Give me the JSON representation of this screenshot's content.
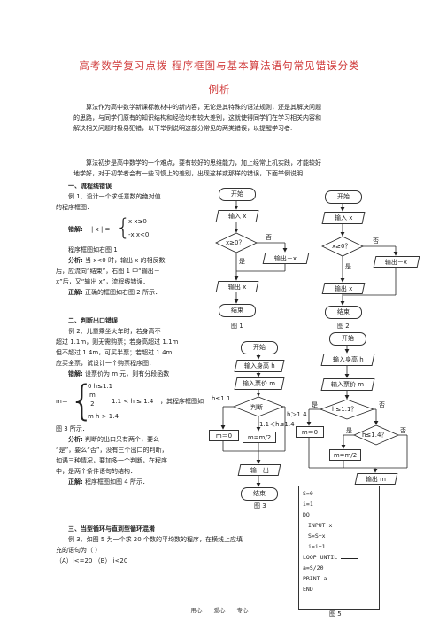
{
  "title": {
    "line1": "高考数学复习点拨 程序框图与基本算法语句常见错误分类",
    "line2": "例析"
  },
  "intro": [
    "算法作为高中数学新课标教材中的新内容，无论是其特殊的语法规则，还是其解决问题",
    "的思路，与同学们原有的知识结构和经验均有较大差别，这就使得同学们在学习相关内容和",
    "解决相关问题时极易犯错，以下举例说明这部分常见的两类错误，以提醒学习者."
  ],
  "para2": [
    "算法初步是高中数学的一个难点，要有较好的思维能力，加上经常上机实践，才能较好",
    "地学好，对于初学者会有一些习惯上的差别，出现这样或那样的错误，下面举例说明．"
  ],
  "sec1": {
    "heading": "一、流程线错误",
    "lines": [
      "例 1、设计一个求任意数的绝对值",
      "的程序框图．"
    ],
    "wrong_label": "错解:",
    "formula_lhs": "| x | =",
    "case1": "x        x≥0",
    "case2": "-x       x<0",
    "after": [
      "程序框图如右图 1"
    ],
    "analysis_label": "分析:",
    "analysis": [
      " 当 x<0 时，输出 x 的相反数",
      "后，应流向“结束”，右图 1 中“输出－",
      "x”后，又“输出 x”，流程线错误．"
    ],
    "correct_label": "正解:",
    "correct": " 正确的框图如右图 2 所示．"
  },
  "sec2": {
    "heading": "二、判断出口错误",
    "lines": [
      "例 2、儿童乘坐火车时，若身高不",
      "超过 1.1m，则无需购票；若身高超过 1.1m",
      "但不超过 1.4m，可买半票；若超过 1.4m",
      "应买全票，试设计一个购票程序图．"
    ],
    "wrong_label": "错解:",
    "wrong_text": " 设票价为 m 元，则有分段函数",
    "m_eq": "m＝",
    "pc1": "0          h≤1.1",
    "pc2_num": "m",
    "pc2_den": "2",
    "pc2_cond": "1.1 < h ≤ 1.4",
    "pc3": "m          h > 1.4",
    "after_formula": "，其程序框图如",
    "after2": "图 3 所示．",
    "analysis_label": "分析:",
    "analysis": [
      " 判断的出口只有两个，要么",
      "“是”，要么“否”，没有三个出口的判断，",
      "如遇三种情况，要加多一个判断，在程序",
      "中，是两个条件语句的结构．"
    ],
    "correct_label": "正解:",
    "correct": " 程序框图如图 4 所示．"
  },
  "sec3": {
    "heading": "三、当型循环与直到型循环混淆",
    "lines": [
      "例 3、如图 5 为一个求 20 个数的平均数的程序，在横线上应填",
      "充的语句为（     ）"
    ],
    "options": "（A）i<=20       （B）  i<20"
  },
  "fig1": {
    "start": "开始",
    "input": "输入 x",
    "cond": "x≥0？",
    "no": "否",
    "yes": "是",
    "out_neg": "输出－x",
    "out_x": "输出 x",
    "end": "结束",
    "caption": "图 1"
  },
  "fig2": {
    "start": "开始",
    "input": "输入 x",
    "cond": "x≥0？",
    "no": "否",
    "yes": "是",
    "out_neg": "输出－x",
    "out_x": "输出 x",
    "end": "结束",
    "caption": "图 2"
  },
  "fig3": {
    "start": "开始",
    "in_h": "输入身高 h",
    "in_m": "输入票价 m",
    "judge": "判断",
    "l1": "h≤1.1",
    "l2": "h＞1.4",
    "l3": "1.1＜h≤1.4",
    "m0": "m＝0",
    "m2": "m=m/2",
    "out": "输　出",
    "end": "结束",
    "caption": "图 3"
  },
  "fig4": {
    "start": "开始",
    "in_h": "输入身高 h",
    "in_m": "输入票价 m",
    "c1": "h≤1.1？",
    "c2": "h≤1.4？",
    "yes": "是",
    "no": "否",
    "m0": "m＝0",
    "m2": "m=m/2",
    "out": "输出 m"
  },
  "fig5": {
    "lines": [
      "S=0",
      "i=1",
      "DO",
      "INPUT     x",
      "S=S+x",
      "i=i+1",
      "LOOP UNTIL",
      "a=S/20",
      "PRINT     a",
      "END"
    ],
    "caption": "图 5"
  },
  "footer": "用心　　爱心　　专心"
}
